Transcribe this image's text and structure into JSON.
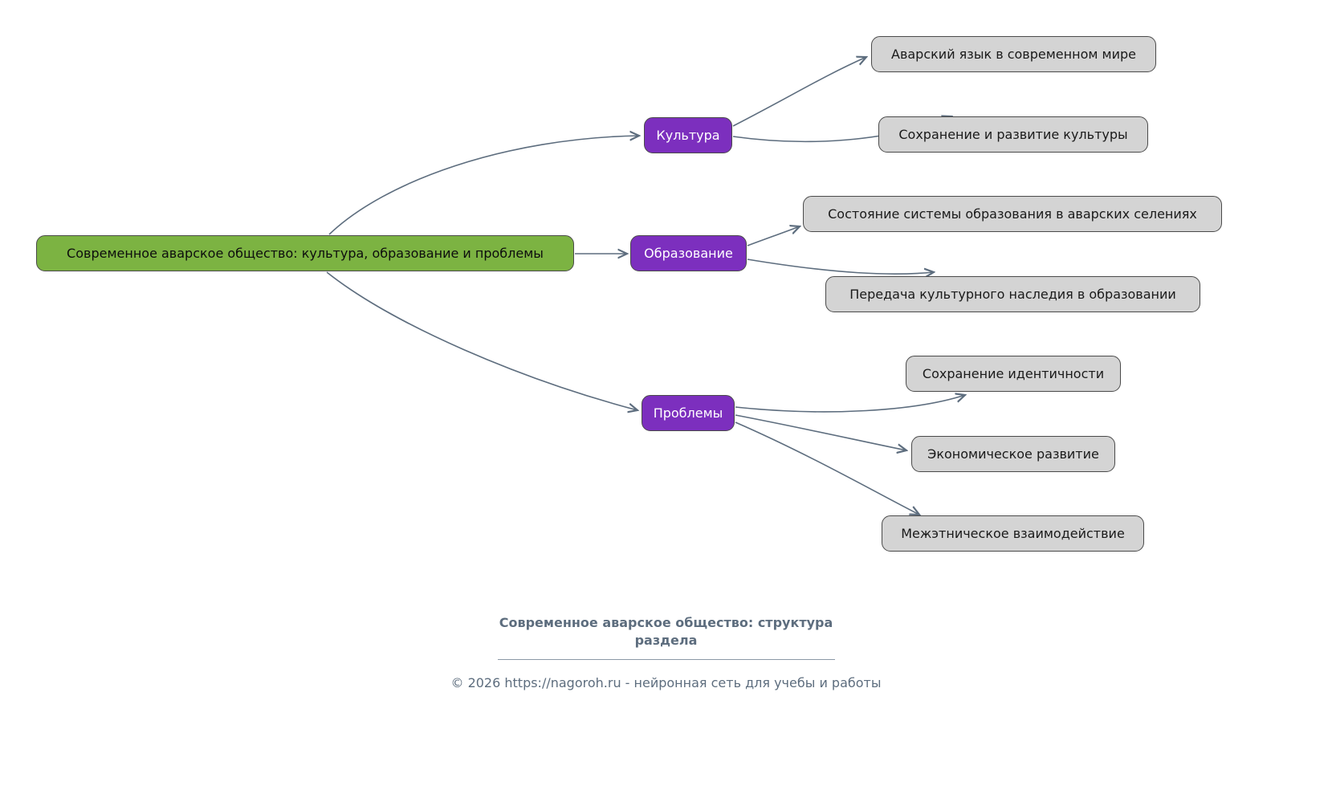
{
  "root": {
    "label": "Современное аварское общество: культура, образование и проблемы"
  },
  "branches": [
    {
      "label": "Культура",
      "children": [
        {
          "label": "Аварский язык в современном мире"
        },
        {
          "label": "Сохранение и развитие культуры"
        }
      ]
    },
    {
      "label": "Образование",
      "children": [
        {
          "label": "Состояние системы образования в аварских селениях"
        },
        {
          "label": "Передача культурного наследия в образовании"
        }
      ]
    },
    {
      "label": "Проблемы",
      "children": [
        {
          "label": "Сохранение идентичности"
        },
        {
          "label": "Экономическое развитие"
        },
        {
          "label": "Межэтническое взаимодействие"
        }
      ]
    }
  ],
  "colors": {
    "root_fill": "#7cb342",
    "branch_fill": "#7c2fbe",
    "leaf_fill": "#d4d4d4",
    "edge": "#5d6d7e",
    "footer_text": "#5d6d7e"
  },
  "footer": {
    "title": "Современное аварское общество: структура раздела",
    "copyright": "© 2026 https://nagoroh.ru - нейронная сеть для учебы и работы"
  }
}
